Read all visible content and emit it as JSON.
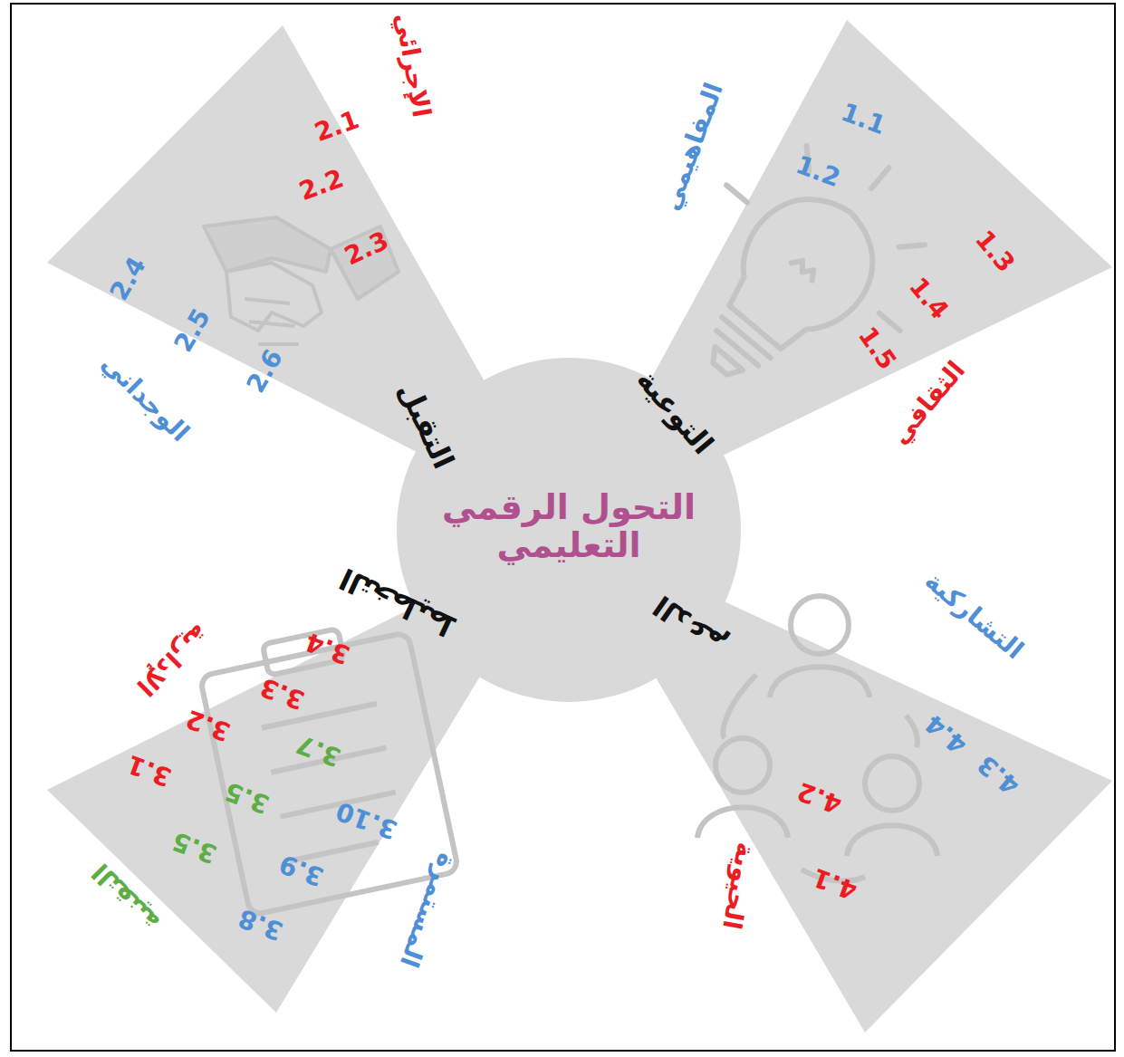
{
  "diagram": {
    "nodes": [
      {
        "text": [
          "التحول الرقمي التعليمي"
        ]
      },
      {
        "text": [
          "التوعية"
        ]
      },
      {
        "text": [
          "التقبل"
        ]
      },
      {
        "text": [
          "التخطيط"
        ]
      },
      {
        "text": [
          "الدعم"
        ]
      }
    ],
    "labels": [
      "المفاهيمي",
      "1.1",
      "1.2",
      "1.3",
      "1.4",
      "1.5",
      "الثقافي",
      "الإجرائي",
      "2.1",
      "2.2",
      "2.3",
      "2.4",
      "2.5",
      "2.6",
      "الوجداني",
      "الإدارية",
      "3.1",
      "3.2",
      "3.3",
      "3.4",
      "التقنية",
      "3.5",
      "3.5",
      "3.7",
      "المستمرة",
      "3.8",
      "3.9",
      "3.10",
      "التشاركية",
      "4.3",
      "4.4",
      "الحيوية",
      "4.1",
      "4.2"
    ]
  }
}
